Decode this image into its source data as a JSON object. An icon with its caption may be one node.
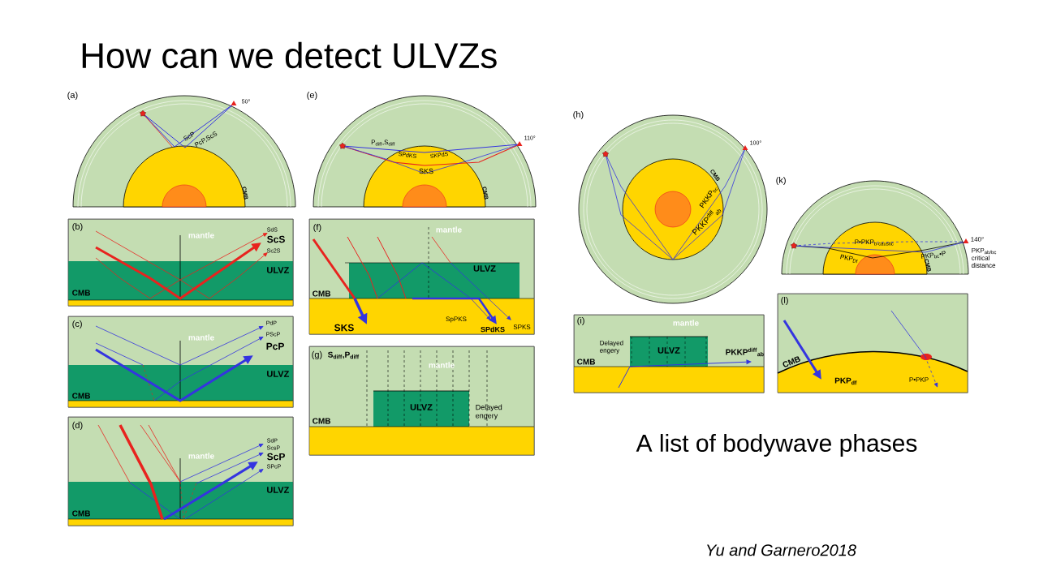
{
  "diagram": {
    "title": "How can we detect ULVZs",
    "nodes": [
      {
        "text": [
          "(a)",
          "50°",
          "ScP",
          "PcP,ScS",
          "CMB"
        ]
      },
      {
        "text": [
          "(b)",
          "mantle",
          "SdS",
          "ScS",
          "Sc2S",
          "ULVZ",
          "CMB"
        ]
      },
      {
        "text": [
          "(c)",
          "mantle",
          "PdP",
          "PScP",
          "PcP",
          "ULVZ",
          "CMB"
        ]
      },
      {
        "text": [
          "(d)",
          "mantle",
          "SdP",
          "ScsP",
          "ScP",
          "SPcP",
          "ULVZ",
          "CMB"
        ]
      },
      {
        "text": [
          "(e)",
          "110°",
          "P$_{diff}$,S$_{diff}$",
          "SPdKS",
          "SKPdS",
          "SKS",
          "CMB"
        ]
      },
      {
        "text": [
          "(f)",
          "mantle",
          "ULVZ",
          "CMB",
          "SKS",
          "SpPKS",
          "SPdKS",
          "SPKS"
        ]
      },
      {
        "text": [
          "(g)",
          "S$_{diff}$,P$_{diff}$",
          "mantle",
          "ULVZ",
          "Delayed engery",
          "CMB"
        ]
      },
      {
        "text": [
          "(h)",
          "100°",
          "PKKP$_{bc}$",
          "PKKP$^{diff}$$_{ab}$",
          "CMB"
        ]
      },
      {
        "text": [
          "(i)",
          "mantle",
          "Delayed engery",
          "ULVZ",
          "PKKP$^{diff}$$_{ab}$",
          "CMB"
        ]
      },
      {
        "text": [
          "(k)",
          "140°",
          "PKP$_{ab/bc}$ critical distance",
          "P•PKP$_{b-caustic}$",
          "PKP$_{Df}$",
          "PKP$_{bc}$•P",
          "CMB"
        ]
      },
      {
        "text": [
          "(l)",
          "CMB",
          "PKP$_{df}$",
          "P•PKP"
        ]
      }
    ],
    "labels": [
      "A list of bodywave phases",
      "Yu and Garnero2018"
    ]
  }
}
